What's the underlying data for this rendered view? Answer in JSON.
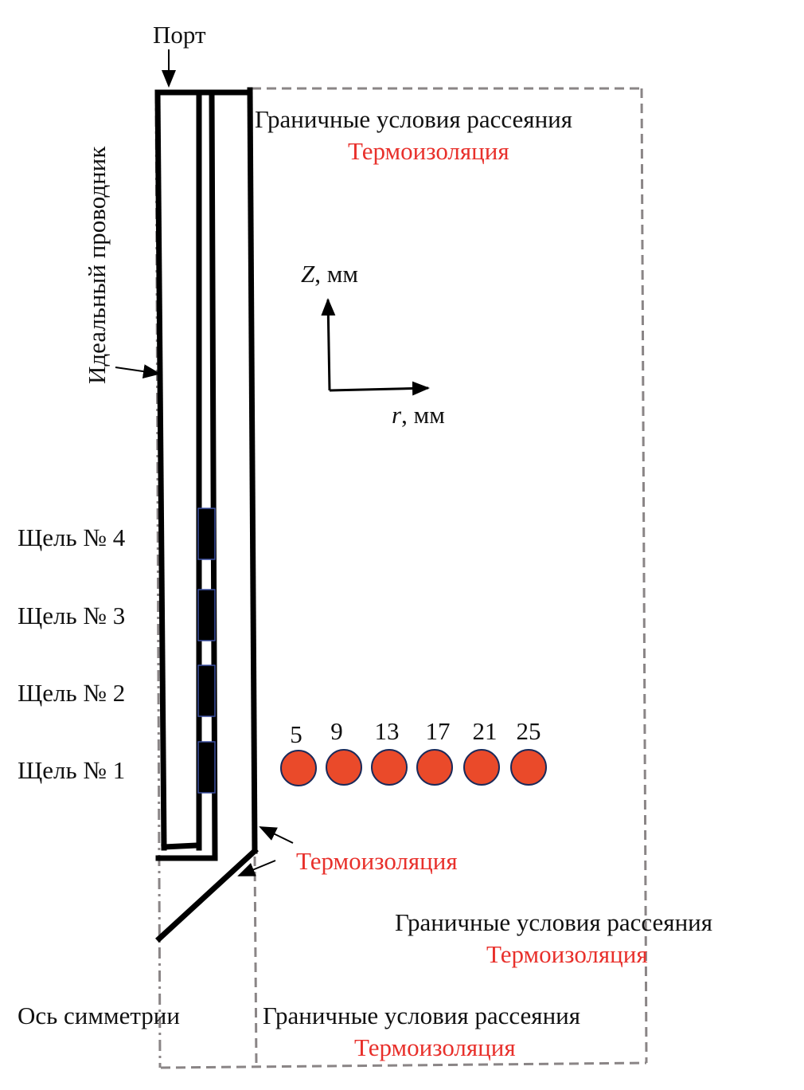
{
  "labels": {
    "port": "Порт",
    "ideal_conductor": "Идеальный проводник",
    "scatter_bc": "Граничные условия рассеяния",
    "thermal_insulation": "Термоизоляция",
    "axis_z": "Z",
    "axis_z_unit": ", мм",
    "axis_r": "r",
    "axis_r_unit": ", мм",
    "slots": [
      "Щель № 4",
      "Щель № 3",
      "Щель № 2",
      "Щель № 1"
    ],
    "symmetry_axis": "Ось симметрии"
  },
  "probe_positions": [
    "5",
    "9",
    "13",
    "17",
    "21",
    "25"
  ],
  "colors": {
    "red_text": "#e8302b",
    "probe_fill": "#ea4a2a",
    "boundary": "#8a8586",
    "slot_outline": "#3a4fa0"
  }
}
